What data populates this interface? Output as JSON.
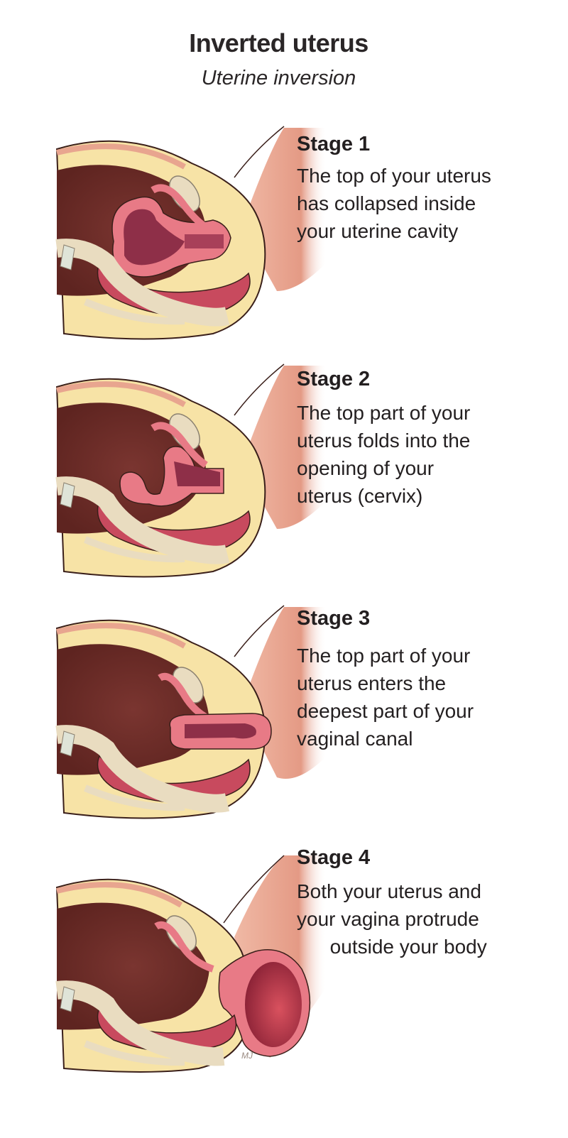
{
  "header": {
    "title": "Inverted uterus",
    "subtitle": "Uterine inversion"
  },
  "stages": [
    {
      "heading": "Stage 1",
      "description_lines": [
        "The top of your uterus",
        "has collapsed inside",
        "your uterine cavity"
      ]
    },
    {
      "heading": "Stage 2",
      "description_lines": [
        "The top part of your",
        "uterus folds into the",
        "opening of your",
        "uterus (cervix)"
      ]
    },
    {
      "heading": "Stage 3",
      "description_lines": [
        "The top part of your",
        "uterus enters the",
        "deepest part of your",
        "vaginal canal"
      ]
    },
    {
      "heading": "Stage 4",
      "description_lines": [
        "Both your uterus and",
        "your vagina protrude",
        "      outside your body"
      ]
    }
  ],
  "illustration": {
    "signature": "MJ",
    "colors": {
      "skin": "#e8a58f",
      "fat": "#f7e3a6",
      "cavity": "#6b2a25",
      "uterus_wall": "#e87a86",
      "uterus_inner": "#8e2f48",
      "bone": "#e9dcc0",
      "outline": "#3a1f1a"
    }
  }
}
